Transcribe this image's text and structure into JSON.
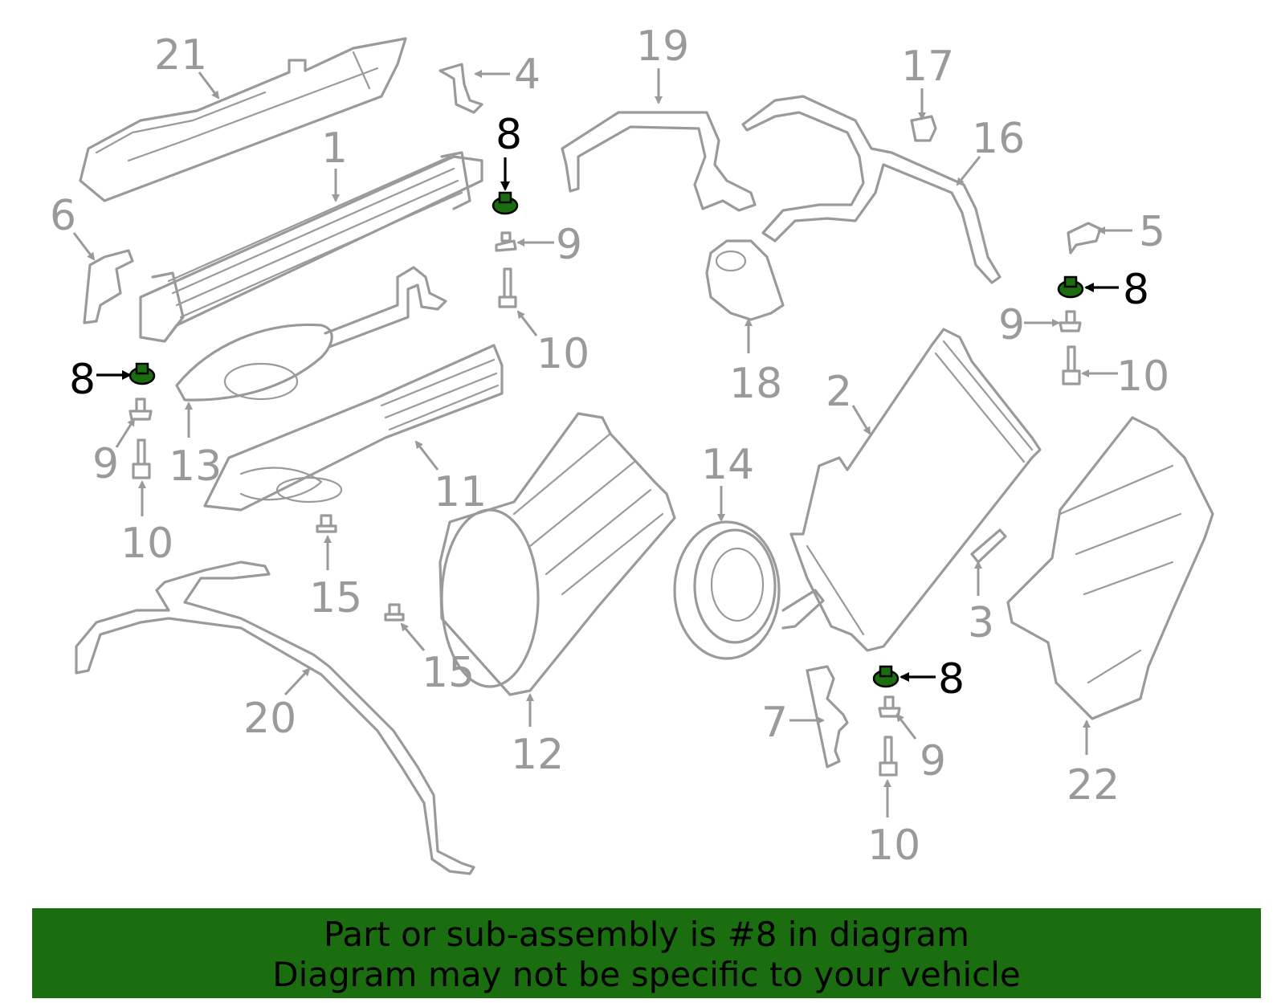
{
  "diagram": {
    "highlight_color": "#1a6e0f",
    "part_color": "#9a9a9a",
    "highlighted_part": "8",
    "callouts": [
      "1",
      "2",
      "3",
      "4",
      "5",
      "6",
      "7",
      "8",
      "9",
      "10",
      "11",
      "12",
      "13",
      "14",
      "15",
      "16",
      "17",
      "18",
      "19",
      "20",
      "21",
      "22"
    ]
  },
  "banner": {
    "background": "#1a6e0f",
    "line1": "Part or sub-assembly is #8 in diagram",
    "line2": "Diagram may not be specific to your vehicle"
  }
}
